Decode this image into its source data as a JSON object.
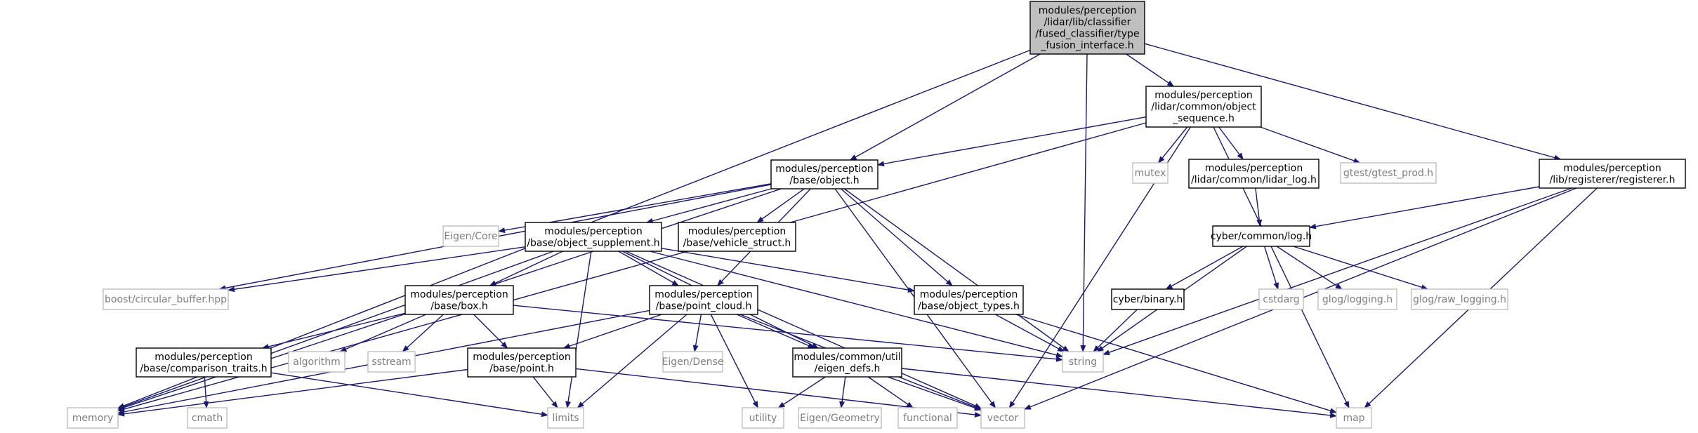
{
  "graph": {
    "nodes": [
      {
        "id": "root",
        "lines": [
          "modules/perception",
          "/lidar/lib/classifier",
          "/fused_classifier/type",
          "_fusion_interface.h"
        ],
        "kind": "root"
      },
      {
        "id": "objseq",
        "lines": [
          "modules/perception",
          "/lidar/common/object",
          "_sequence.h"
        ],
        "kind": "local"
      },
      {
        "id": "registerer",
        "lines": [
          "modules/perception",
          "/lib/registerer/registerer.h"
        ],
        "kind": "local"
      },
      {
        "id": "object",
        "lines": [
          "modules/perception",
          "/base/object.h"
        ],
        "kind": "local"
      },
      {
        "id": "mutex",
        "lines": [
          "mutex"
        ],
        "kind": "external"
      },
      {
        "id": "lidarlog",
        "lines": [
          "modules/perception",
          "/lidar/common/lidar_log.h"
        ],
        "kind": "local"
      },
      {
        "id": "gtest",
        "lines": [
          "gtest/gtest_prod.h"
        ],
        "kind": "external"
      },
      {
        "id": "eigencore",
        "lines": [
          "Eigen/Core"
        ],
        "kind": "external"
      },
      {
        "id": "objsupp",
        "lines": [
          "modules/perception",
          "/base/object_supplement.h"
        ],
        "kind": "local"
      },
      {
        "id": "vehstruct",
        "lines": [
          "modules/perception",
          "/base/vehicle_struct.h"
        ],
        "kind": "local"
      },
      {
        "id": "cyberlog",
        "lines": [
          "cyber/common/log.h"
        ],
        "kind": "local"
      },
      {
        "id": "boostcb",
        "lines": [
          "boost/circular_buffer.hpp"
        ],
        "kind": "external"
      },
      {
        "id": "box",
        "lines": [
          "modules/perception",
          "/base/box.h"
        ],
        "kind": "local"
      },
      {
        "id": "pointcloud",
        "lines": [
          "modules/perception",
          "/base/point_cloud.h"
        ],
        "kind": "local"
      },
      {
        "id": "objtypes",
        "lines": [
          "modules/perception",
          "/base/object_types.h"
        ],
        "kind": "local"
      },
      {
        "id": "cyberbinary",
        "lines": [
          "cyber/binary.h"
        ],
        "kind": "local"
      },
      {
        "id": "cstdarg",
        "lines": [
          "cstdarg"
        ],
        "kind": "external"
      },
      {
        "id": "glog",
        "lines": [
          "glog/logging.h"
        ],
        "kind": "external"
      },
      {
        "id": "glograw",
        "lines": [
          "glog/raw_logging.h"
        ],
        "kind": "external"
      },
      {
        "id": "comptraits",
        "lines": [
          "modules/perception",
          "/base/comparison_traits.h"
        ],
        "kind": "local"
      },
      {
        "id": "algorithm",
        "lines": [
          "algorithm"
        ],
        "kind": "external"
      },
      {
        "id": "sstream",
        "lines": [
          "sstream"
        ],
        "kind": "external"
      },
      {
        "id": "point",
        "lines": [
          "modules/perception",
          "/base/point.h"
        ],
        "kind": "local"
      },
      {
        "id": "eigendense",
        "lines": [
          "Eigen/Dense"
        ],
        "kind": "external"
      },
      {
        "id": "eigendefs",
        "lines": [
          "modules/common/util",
          "/eigen_defs.h"
        ],
        "kind": "local"
      },
      {
        "id": "string",
        "lines": [
          "string"
        ],
        "kind": "external"
      },
      {
        "id": "memory",
        "lines": [
          "memory"
        ],
        "kind": "external"
      },
      {
        "id": "cmath",
        "lines": [
          "cmath"
        ],
        "kind": "external"
      },
      {
        "id": "limits",
        "lines": [
          "limits"
        ],
        "kind": "external"
      },
      {
        "id": "utility",
        "lines": [
          "utility"
        ],
        "kind": "external"
      },
      {
        "id": "eigengeom",
        "lines": [
          "Eigen/Geometry"
        ],
        "kind": "external"
      },
      {
        "id": "functional",
        "lines": [
          "functional"
        ],
        "kind": "external"
      },
      {
        "id": "vector",
        "lines": [
          "vector"
        ],
        "kind": "external"
      },
      {
        "id": "map",
        "lines": [
          "map"
        ],
        "kind": "external"
      }
    ],
    "edges": [
      [
        "root",
        "memory"
      ],
      [
        "root",
        "object"
      ],
      [
        "root",
        "string"
      ],
      [
        "root",
        "objseq"
      ],
      [
        "root",
        "registerer"
      ],
      [
        "objseq",
        "memory"
      ],
      [
        "objseq",
        "object"
      ],
      [
        "objseq",
        "mutex"
      ],
      [
        "objseq",
        "lidarlog"
      ],
      [
        "objseq",
        "gtest"
      ],
      [
        "objseq",
        "vector"
      ],
      [
        "objseq",
        "map"
      ],
      [
        "registerer",
        "cyberlog"
      ],
      [
        "registerer",
        "string"
      ],
      [
        "registerer",
        "vector"
      ],
      [
        "registerer",
        "map"
      ],
      [
        "object",
        "memory"
      ],
      [
        "object",
        "eigencore"
      ],
      [
        "object",
        "boostcb"
      ],
      [
        "object",
        "objsupp"
      ],
      [
        "object",
        "vehstruct"
      ],
      [
        "object",
        "pointcloud"
      ],
      [
        "object",
        "objtypes"
      ],
      [
        "object",
        "string"
      ],
      [
        "object",
        "vector"
      ],
      [
        "lidarlog",
        "cyberlog"
      ],
      [
        "cyberlog",
        "cyberbinary"
      ],
      [
        "cyberlog",
        "cstdarg"
      ],
      [
        "cyberlog",
        "glog"
      ],
      [
        "cyberlog",
        "glograw"
      ],
      [
        "cyberlog",
        "string"
      ],
      [
        "cyberbinary",
        "string"
      ],
      [
        "objsupp",
        "boostcb"
      ],
      [
        "objsupp",
        "memory"
      ],
      [
        "objsupp",
        "box"
      ],
      [
        "objsupp",
        "pointcloud"
      ],
      [
        "objsupp",
        "limits"
      ],
      [
        "objsupp",
        "objtypes"
      ],
      [
        "objsupp",
        "eigendefs"
      ],
      [
        "objsupp",
        "string"
      ],
      [
        "objsupp",
        "vector"
      ],
      [
        "box",
        "comptraits"
      ],
      [
        "box",
        "algorithm"
      ],
      [
        "box",
        "sstream"
      ],
      [
        "box",
        "point"
      ],
      [
        "box",
        "string"
      ],
      [
        "comptraits",
        "cmath"
      ],
      [
        "comptraits",
        "limits"
      ],
      [
        "pointcloud",
        "memory"
      ],
      [
        "pointcloud",
        "point"
      ],
      [
        "pointcloud",
        "eigendense"
      ],
      [
        "pointcloud",
        "utility"
      ],
      [
        "pointcloud",
        "limits"
      ],
      [
        "pointcloud",
        "eigendefs"
      ],
      [
        "pointcloud",
        "vector"
      ],
      [
        "point",
        "memory"
      ],
      [
        "point",
        "limits"
      ],
      [
        "point",
        "vector"
      ],
      [
        "objtypes",
        "string"
      ],
      [
        "objtypes",
        "map"
      ],
      [
        "eigendefs",
        "utility"
      ],
      [
        "eigendefs",
        "eigengeom"
      ],
      [
        "eigendefs",
        "functional"
      ],
      [
        "eigendefs",
        "vector"
      ],
      [
        "eigendefs",
        "map"
      ]
    ]
  }
}
